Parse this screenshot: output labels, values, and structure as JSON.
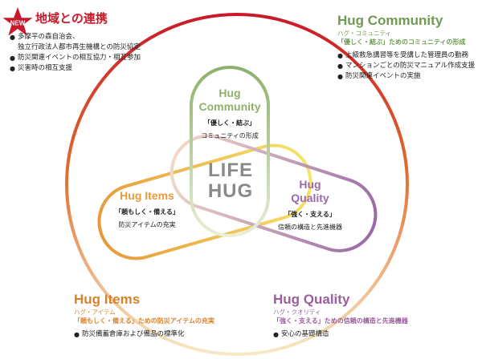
{
  "colors": {
    "community": "#8db16a",
    "items": "#e79a3a",
    "quality": "#9b6aa6",
    "community_text": "#6e9a52",
    "items_text": "#d9822b",
    "quality_text": "#9a5e9e",
    "red": "#c9192a",
    "center_text": "#8a8a8a"
  },
  "new_badge": "NEW",
  "regional": {
    "title": "地域との連携",
    "items": [
      "多摩平の森自治会、\n独立行政法人都市再生機構との防災協定",
      "防災関連イベントの相互協力・相互参加",
      "災害時の相互支援"
    ]
  },
  "community_block": {
    "title": "Hug Community",
    "sub": "ハグ・コミュニティ",
    "tag": "「優しく・結ぶ」ためのコミュニティの形成",
    "items": [
      "上級救急講習等を受講した管理員の勤務",
      "マンションごとの防災マニュアル作成支援",
      "防災関連イベントの実施"
    ]
  },
  "items_block": {
    "title": "Hug Items",
    "sub": "ハグ・アイテム",
    "tag": "「頼もしく・備える」ための防災アイテムの充実",
    "items": [
      "防災備蓄倉庫および備品の標準化"
    ]
  },
  "quality_block": {
    "title": "Hug Quality",
    "sub": "ハグ・クオリティ",
    "tag": "「強く・支える」ための信頼の構造と先進機器",
    "items": [
      "安心の基礎構造"
    ]
  },
  "capsule_community": {
    "title_1": "Hug",
    "title_2": "Community",
    "tag": "「優しく・結ぶ」",
    "desc": "コミュニティの形成"
  },
  "capsule_items": {
    "title": "Hug Items",
    "tag": "「頼もしく・備える」",
    "desc": "防災アイテムの充実"
  },
  "capsule_quality": {
    "title_1": "Hug",
    "title_2": "Quality",
    "tag": "「強く・支える」",
    "desc": "信頼の構造と先進機器"
  },
  "center": {
    "line1": "LIFE",
    "line2": "HUG"
  }
}
